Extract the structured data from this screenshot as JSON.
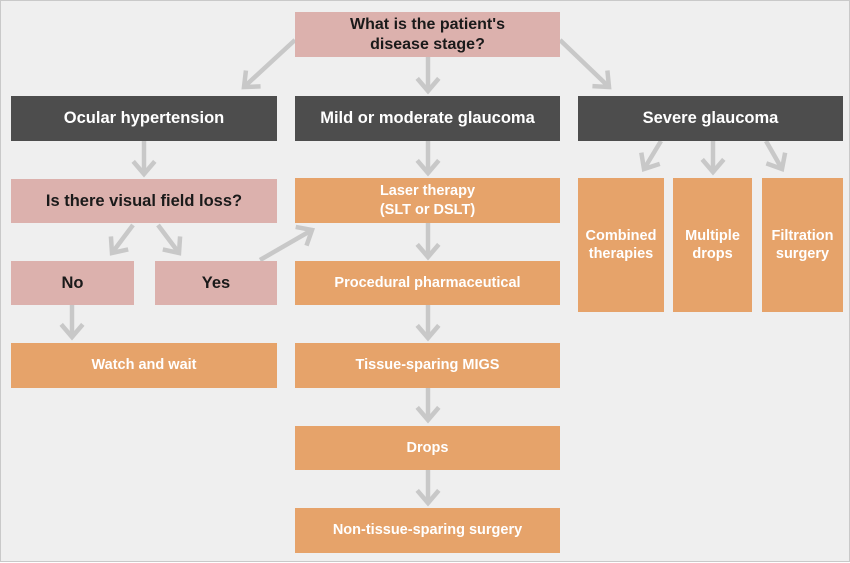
{
  "colors": {
    "background": "#efefef",
    "question_box": "#dcb1ad",
    "category_box": "#4d4d4d",
    "treatment_box": "#e6a36a",
    "arrow": "#c8c8c8"
  },
  "root": {
    "question": "What is the patient's disease stage?"
  },
  "stages": {
    "ocular_hypertension": "Ocular hypertension",
    "mild_moderate": "Mild or moderate glaucoma",
    "severe": "Severe glaucoma"
  },
  "ocular_branch": {
    "question": "Is there visual field loss?",
    "no": "No",
    "yes": "Yes",
    "no_outcome": "Watch and wait"
  },
  "mild_branch": {
    "steps": [
      "Laser therapy\n(SLT or DSLT)",
      "Procedural pharmaceutical",
      "Tissue-sparing MIGS",
      "Drops",
      "Non-tissue-sparing surgery"
    ]
  },
  "severe_branch": {
    "options": [
      "Combined therapies",
      "Multiple drops",
      "Filtration surgery"
    ]
  }
}
